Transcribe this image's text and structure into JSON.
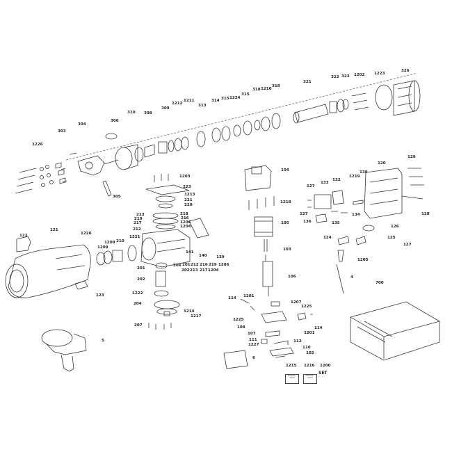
{
  "labels": {
    "l121": "121",
    "l122": "122",
    "l123": "123",
    "l5": "5",
    "l1220": "1220",
    "l1209": "1209",
    "l1208": "1208",
    "l210": "210",
    "l1221": "1221",
    "l1226": "1226",
    "l303": "303",
    "l304": "304",
    "l305": "305",
    "l306": "306",
    "l310": "310",
    "l308": "308",
    "l309": "309",
    "l1212": "1212",
    "l1211": "1211",
    "l313": "313",
    "l314": "314",
    "l315a": "315",
    "l1224": "1224",
    "l315b": "315",
    "l318a": "318",
    "l1210": "1210",
    "l318b": "318",
    "l321": "321",
    "l322": "322",
    "l323": "323",
    "l1202": "1202",
    "l1223": "1223",
    "l326": "326",
    "l1203": "1203",
    "l223": "223",
    "l1213": "1213",
    "l221": "221",
    "l220": "220",
    "l213": "213",
    "l219a": "219",
    "l217a": "217",
    "l212a": "212",
    "l218": "218",
    "l216a": "216",
    "l1206a": "1206",
    "l1204a": "1204",
    "l141": "141",
    "l140": "140",
    "l139": "139",
    "l201a": "201",
    "l202a": "202",
    "l1222": "1222",
    "l204": "204",
    "l1214": "1214",
    "l1217": "1217",
    "l207": "207",
    "l206": "206",
    "l201b": "201",
    "l212b": "212",
    "l216b": "216",
    "l219b": "219",
    "l1206b": "1206",
    "l202b": "202",
    "l213b": "213",
    "l217b": "217",
    "l1204b": "1204",
    "l104": "104",
    "l1218": "1218",
    "l105": "105",
    "l103": "103",
    "l106": "106",
    "l114a": "114",
    "l1201a": "1201",
    "l1225a": "1225",
    "l108": "108",
    "l1207": "1207",
    "l1225b": "1225",
    "l114b": "114",
    "l1201b": "1201",
    "l107": "107",
    "l111": "111",
    "l1227": "1227",
    "l112": "112",
    "l110": "110",
    "l102": "102",
    "l6": "6",
    "l1215": "1215",
    "l1216": "1216",
    "l1200": "1200",
    "l127a": "127",
    "l133": "133",
    "l132": "132",
    "l1219": "1219",
    "l130": "130",
    "l120": "120",
    "l129": "129",
    "l128": "128",
    "l127b": "127",
    "l136": "136",
    "l135": "135",
    "l134": "134",
    "l126": "126",
    "l124": "124",
    "l125": "125",
    "l127c": "127",
    "l1205": "1205",
    "l4": "4",
    "l700": "700",
    "set": "SET"
  },
  "boxes": {
    "b1215": "Grease / 1215",
    "b1216": "Grease / 1216"
  }
}
